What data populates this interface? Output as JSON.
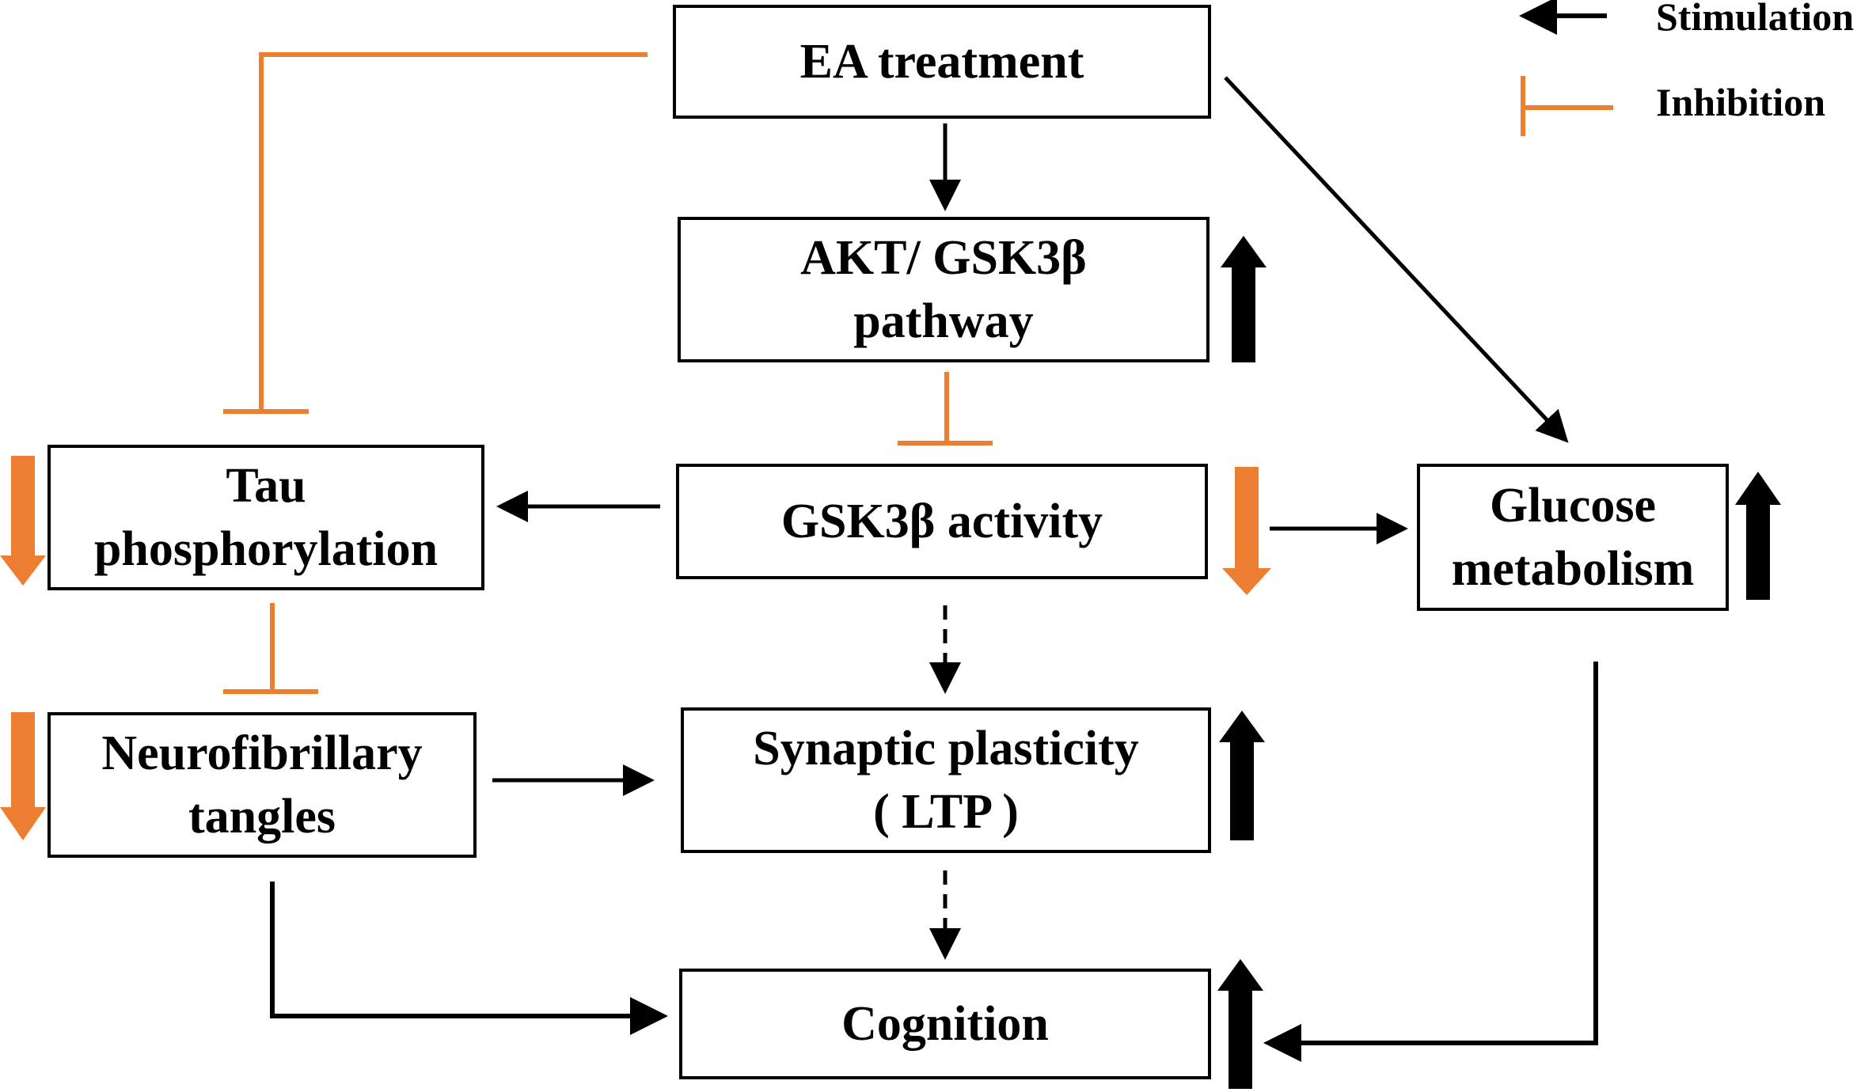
{
  "legend": {
    "stimulation_label": "Stimulation",
    "inhibition_label": "Inhibition"
  },
  "colors": {
    "stimulation": "#000000",
    "inhibition": "#ED7D31"
  },
  "nodes": {
    "ea_treatment": {
      "lines": [
        "EA treatment"
      ]
    },
    "akt_pathway": {
      "lines": [
        "AKT/ GSK3β",
        "pathway"
      ],
      "change": "up"
    },
    "gsk3b_activity": {
      "lines": [
        "GSK3β activity"
      ],
      "change": "down"
    },
    "tau_phosphorylation": {
      "lines": [
        "Tau",
        "phosphorylation"
      ],
      "change": "down"
    },
    "neurofibrillary_tangles": {
      "lines": [
        "Neurofibrillary",
        "tangles"
      ],
      "change": "down"
    },
    "synaptic_plasticity": {
      "lines": [
        "Synaptic plasticity",
        "( LTP )"
      ],
      "change": "up"
    },
    "glucose_metabolism": {
      "lines": [
        "Glucose",
        "metabolism"
      ],
      "change": "up"
    },
    "cognition": {
      "lines": [
        "Cognition"
      ],
      "change": "up"
    }
  },
  "edges": [
    {
      "from": "EA treatment",
      "to": "AKT/ GSK3β pathway",
      "type": "stimulation"
    },
    {
      "from": "EA treatment",
      "to": "Tau phosphorylation",
      "type": "inhibition"
    },
    {
      "from": "EA treatment",
      "to": "Glucose metabolism",
      "type": "stimulation"
    },
    {
      "from": "AKT/ GSK3β pathway",
      "to": "GSK3β activity",
      "type": "inhibition"
    },
    {
      "from": "GSK3β activity",
      "to": "Tau phosphorylation",
      "type": "stimulation"
    },
    {
      "from": "GSK3β activity",
      "to": "Glucose metabolism",
      "type": "stimulation"
    },
    {
      "from": "GSK3β activity",
      "to": "Synaptic plasticity",
      "type": "stimulation-dashed"
    },
    {
      "from": "Tau phosphorylation",
      "to": "Neurofibrillary tangles",
      "type": "inhibition"
    },
    {
      "from": "Neurofibrillary tangles",
      "to": "Synaptic plasticity",
      "type": "stimulation"
    },
    {
      "from": "Neurofibrillary tangles",
      "to": "Cognition",
      "type": "stimulation"
    },
    {
      "from": "Synaptic plasticity",
      "to": "Cognition",
      "type": "stimulation-dashed"
    },
    {
      "from": "Glucose metabolism",
      "to": "Cognition",
      "type": "stimulation"
    }
  ]
}
